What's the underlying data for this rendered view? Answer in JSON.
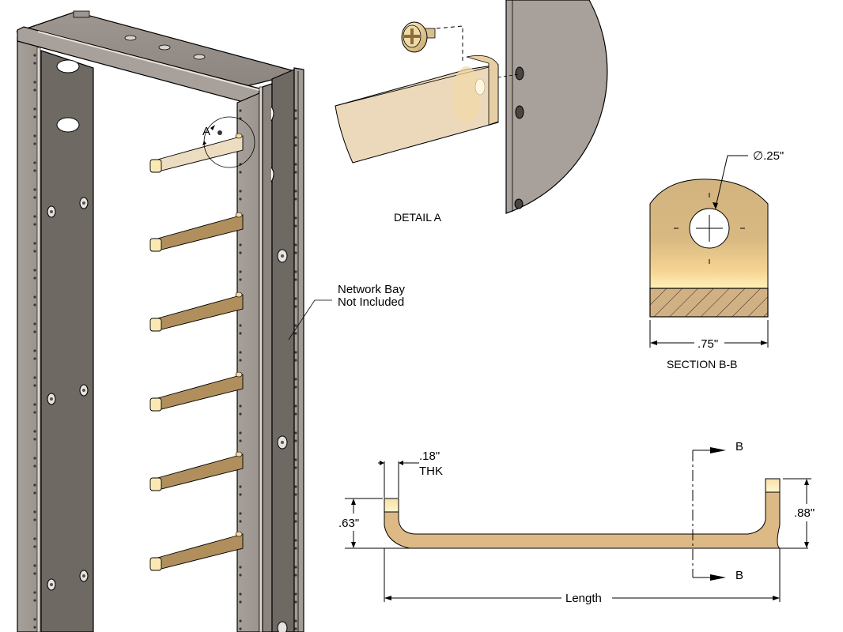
{
  "drawing": {
    "title": "Cable ladder bracket assembly drawing",
    "colors": {
      "background": "#ffffff",
      "rack_light": "#a59d97",
      "rack_dark": "#6d6862",
      "rack_highlight": "#d8d2cc",
      "bracket_fill": "#dcb985",
      "bracket_shadow": "#b08f5c",
      "bracket_end_light": "#fbe9b4",
      "bracket_transparent": "#ecd9bc",
      "hatch_fill": "#d1b184",
      "detail_plate": "#a8a09a",
      "line": "#000000"
    }
  },
  "isometric_view": {
    "callout_letter": "A",
    "note_line1": "Network Bay",
    "note_line2": "Not Included",
    "bracket_count": 6
  },
  "detail_view": {
    "label": "DETAIL A"
  },
  "section_view": {
    "label": "SECTION B-B",
    "hole_diameter": "∅.25\"",
    "width": ".75\""
  },
  "profile_view": {
    "thickness_value": ".18\"",
    "thickness_suffix": "THK",
    "left_height": ".63\"",
    "right_height": ".88\"",
    "length_label": "Length",
    "section_marker_top": "B",
    "section_marker_bottom": "B"
  }
}
